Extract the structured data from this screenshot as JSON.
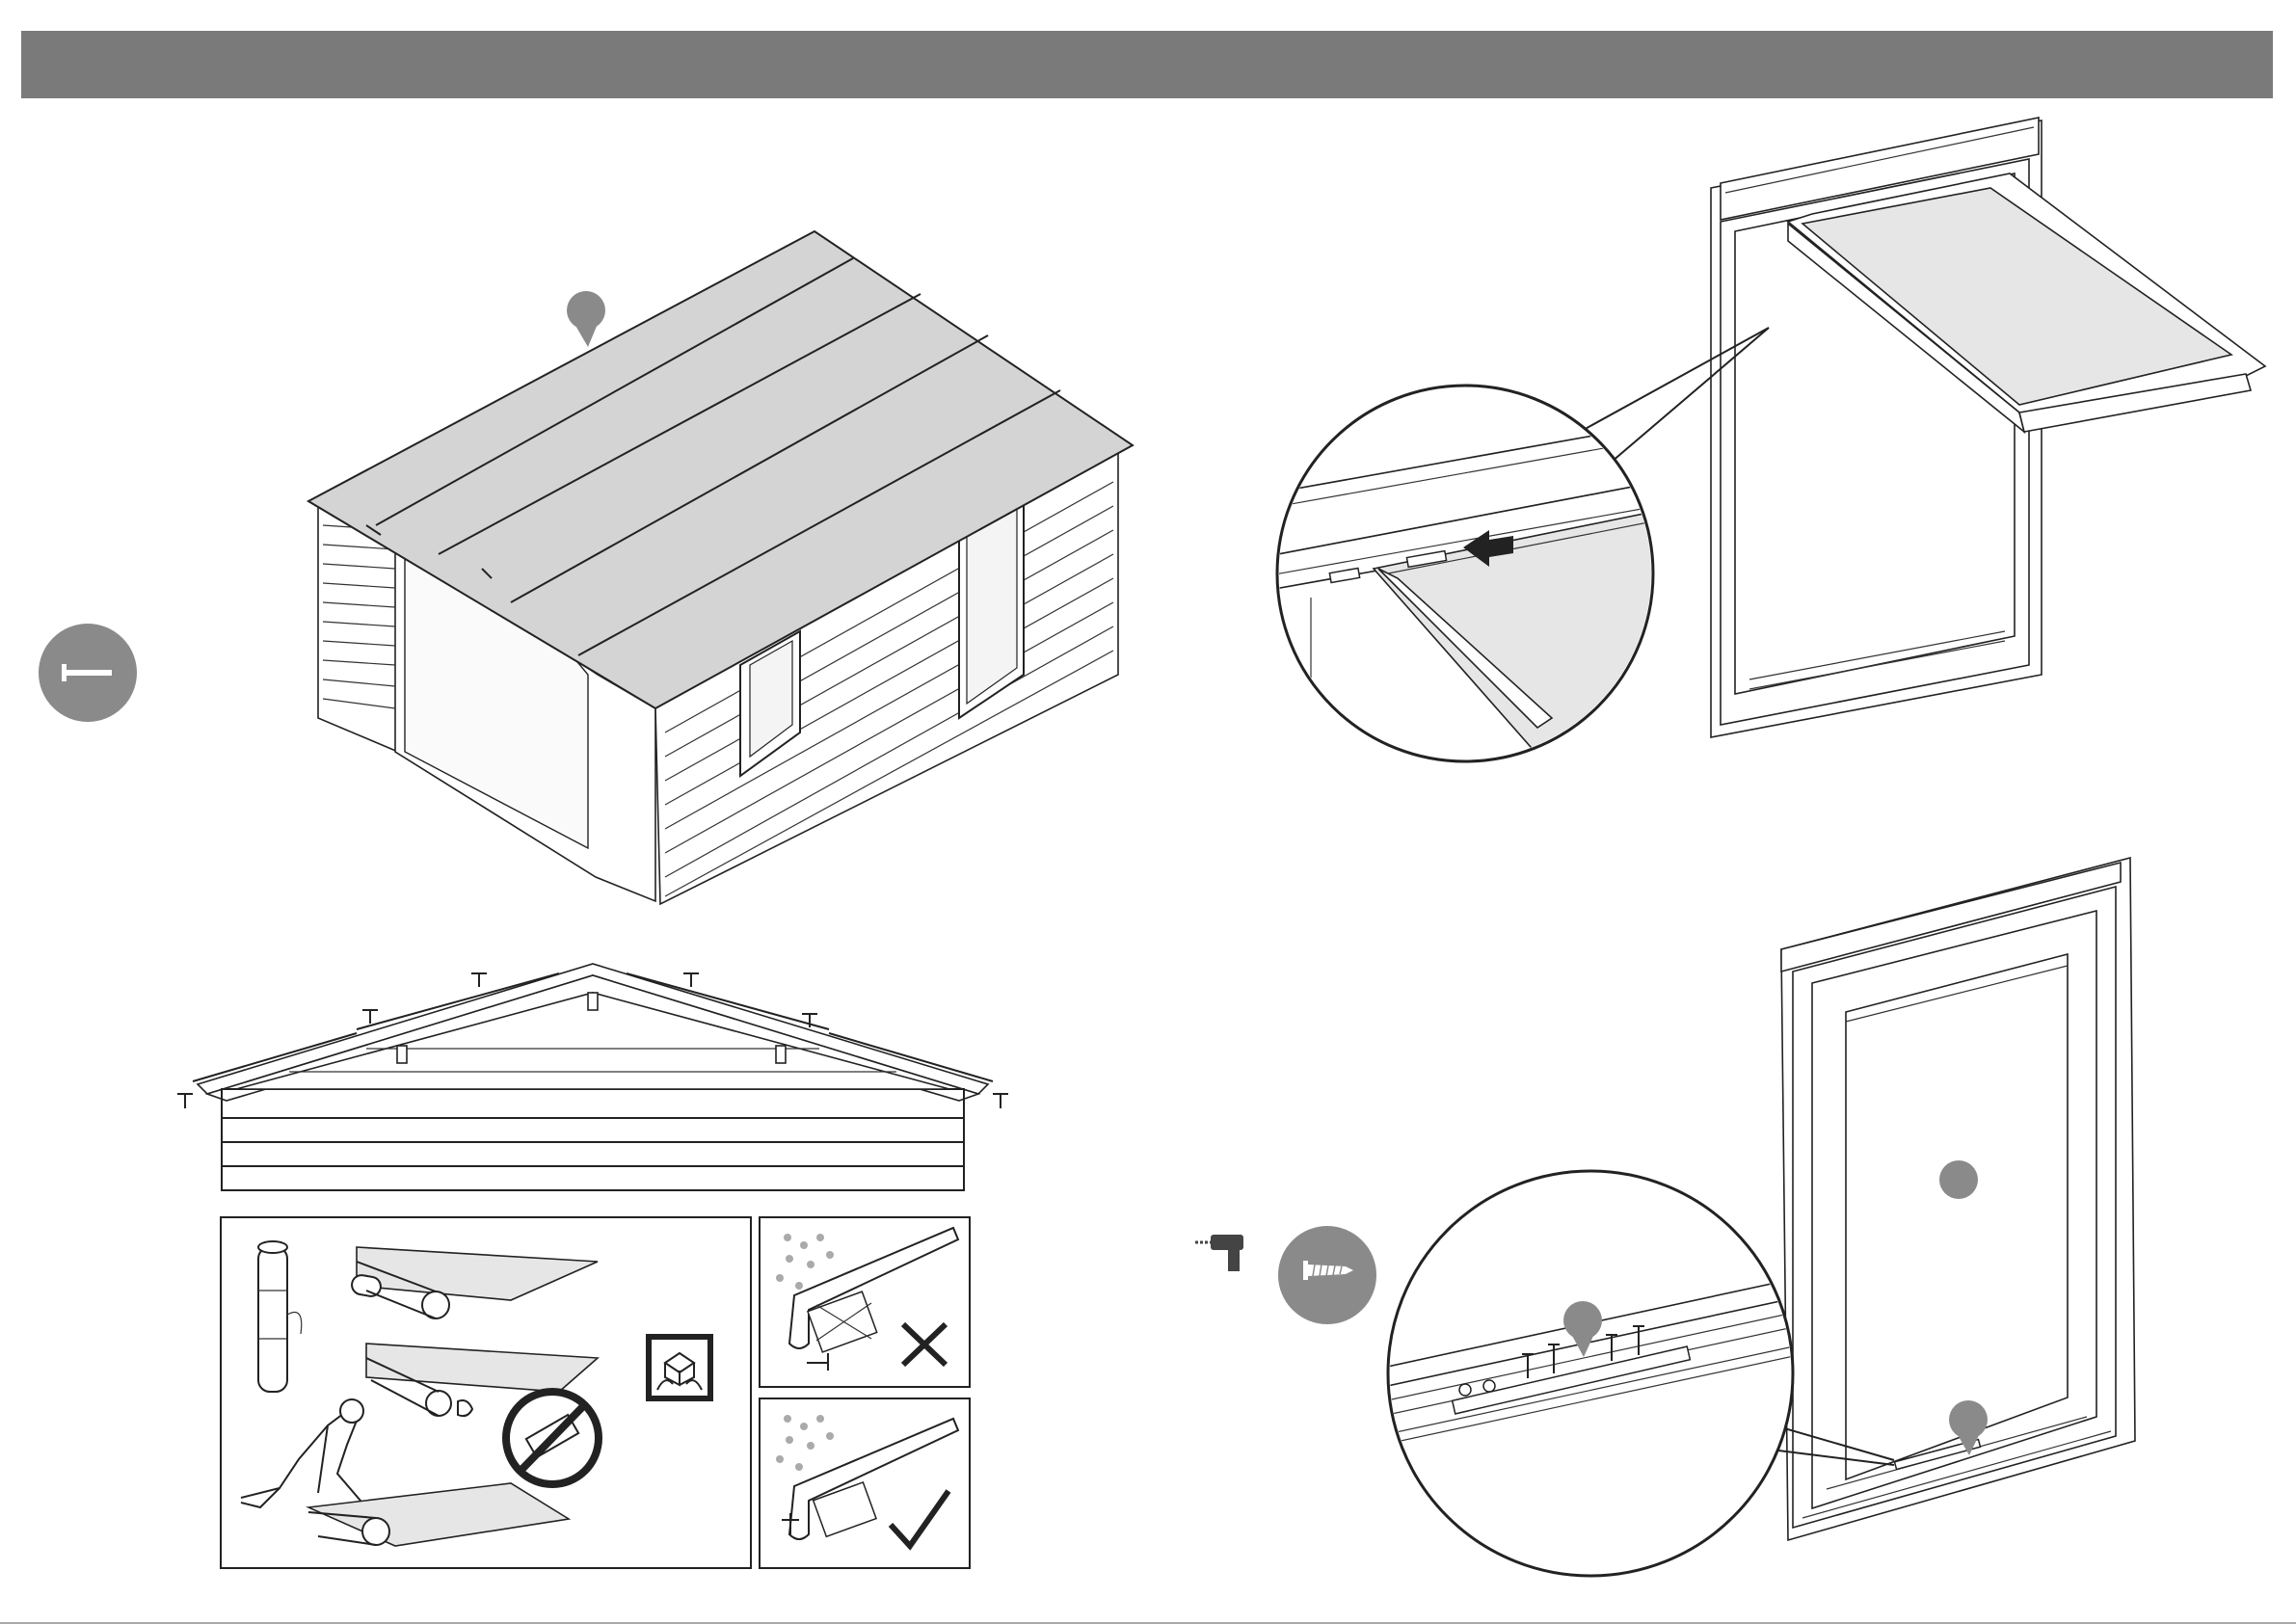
{
  "page": {
    "header_bar_color": "#7a7a7a",
    "marker_color": "#8a8a8a",
    "roof_color": "#d4d4d4"
  },
  "icons": {
    "nail_tool": "nail-icon",
    "screw_tool": "screw-icon",
    "drill_tool": "drill-icon",
    "no_cutting": "no-knife-icon",
    "handle_with_care": "fragile-box-icon",
    "wrong": "cross-icon",
    "correct": "check-icon",
    "direction": "arrow-left-icon"
  },
  "steps": [
    {
      "id": "roofing-felt-install",
      "marker": "roof-felt-marker"
    },
    {
      "id": "roof-profile-nailing"
    },
    {
      "id": "felt-handling-instructions"
    },
    {
      "id": "window-hinge-detail"
    },
    {
      "id": "window-latch-screwing",
      "markers": [
        "glass-marker",
        "latch-marker",
        "screw-detail-marker"
      ]
    }
  ]
}
